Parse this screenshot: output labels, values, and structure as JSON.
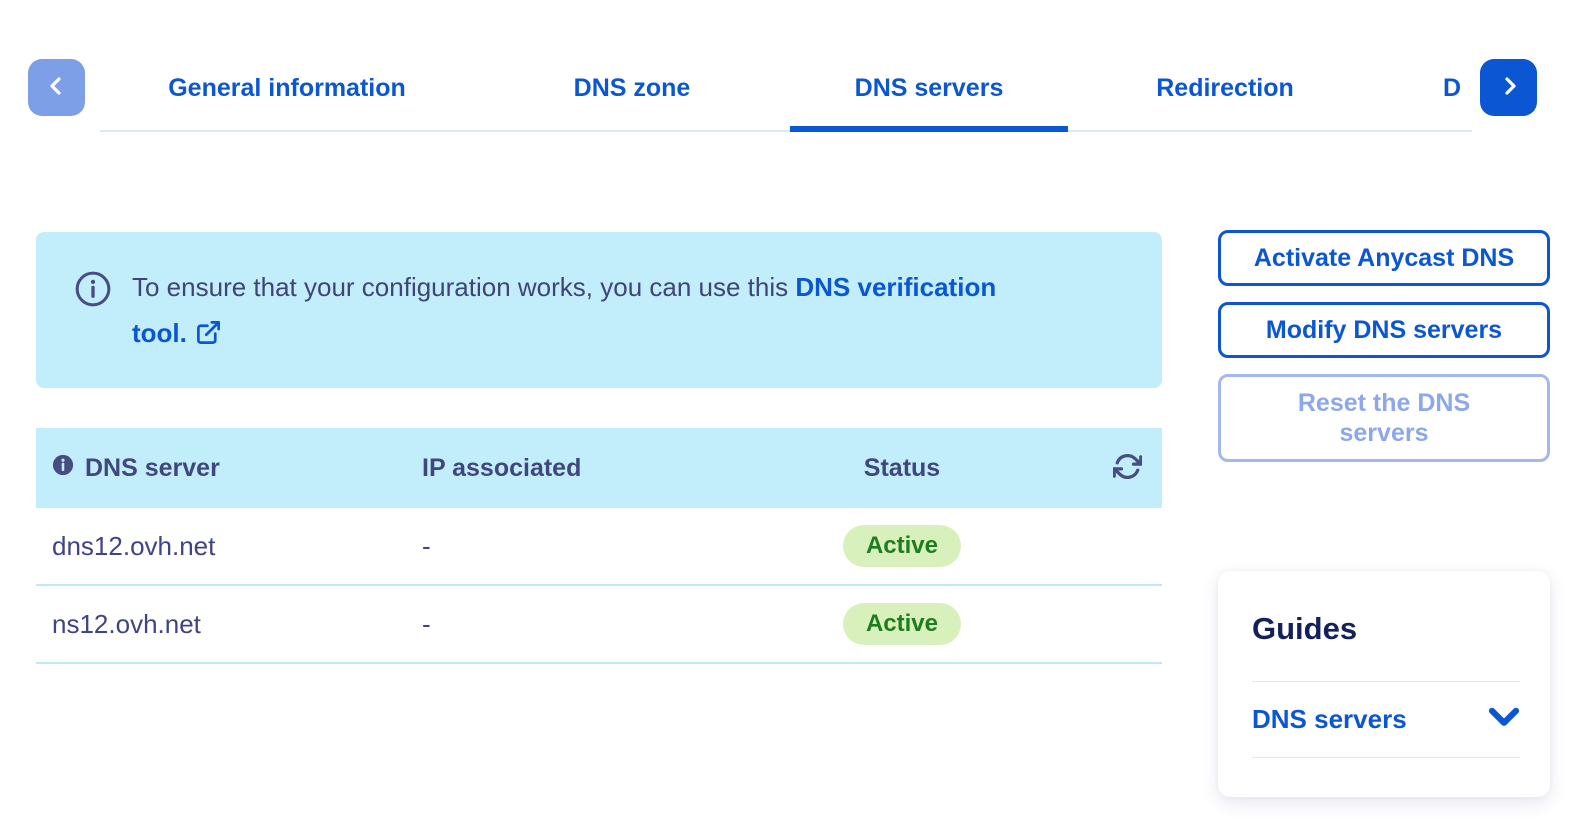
{
  "colors": {
    "accent": "#0b56d2",
    "accent_muted": "#7d9fe8",
    "banner_bg": "#c2eefc",
    "divider_cyan": "#bfe9f7",
    "text_slate": "#40467e",
    "navy": "#12205c",
    "badge_bg": "#d8f1bc",
    "badge_text": "#1e7d1f",
    "tabline": "#d9e8f4"
  },
  "tabs": {
    "items": [
      {
        "label": "General information",
        "active": false
      },
      {
        "label": "DNS zone",
        "active": false
      },
      {
        "label": "DNS servers",
        "active": true
      },
      {
        "label": "Redirection",
        "active": false
      },
      {
        "label": "D",
        "active": false,
        "truncated": true
      }
    ]
  },
  "banner": {
    "text": "To ensure that your configuration works, you can use this",
    "link_text": "DNS verification tool.",
    "icon": "info-circle-outline-icon",
    "link_icon": "external-link-icon"
  },
  "table": {
    "columns": [
      "DNS server",
      "IP associated",
      "Status"
    ],
    "header_icons": [
      "info-circle-filled-icon",
      "refresh-icon"
    ],
    "rows": [
      {
        "server": "dns12.ovh.net",
        "ip": "-",
        "status": "Active"
      },
      {
        "server": "ns12.ovh.net",
        "ip": "-",
        "status": "Active"
      }
    ]
  },
  "actions": {
    "buttons": [
      {
        "label": "Activate Anycast DNS",
        "enabled": true
      },
      {
        "label": "Modify DNS servers",
        "enabled": true
      },
      {
        "label": "Reset the DNS servers",
        "enabled": false
      }
    ]
  },
  "guides": {
    "title": "Guides",
    "links": [
      {
        "label": "DNS servers",
        "icon": "chevron-down-icon"
      }
    ]
  }
}
